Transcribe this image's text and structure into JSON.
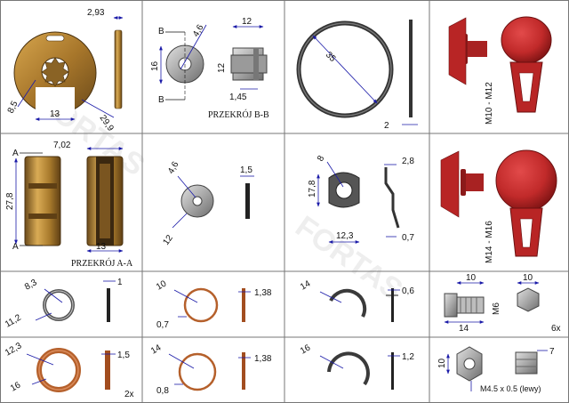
{
  "watermark": "FORTAS",
  "cells": {
    "c1": {
      "w": "2,93",
      "d": "8,5",
      "w2": "13",
      "d2": "29,9"
    },
    "c2": {
      "label_b1": "B",
      "label_b2": "B",
      "d_in": "4,6",
      "d_out": "16",
      "len": "12",
      "d_body": "12",
      "flange": "1,45",
      "section": "PRZEKRÓJ B-B"
    },
    "c3": {
      "d": "35",
      "t": "2"
    },
    "c4": {
      "thread": "M10 - M12"
    },
    "c5": {
      "label_a1": "A",
      "label_a2": "A",
      "d": "7,02",
      "h": "27,8",
      "w": "13",
      "section": "PRZEKRÓJ A-A"
    },
    "c6": {
      "d_in": "4,6",
      "d_out": "12",
      "t": "1,5"
    },
    "c7": {
      "d": "8",
      "h": "17,8",
      "w": "12,3",
      "t1": "2,8",
      "t2": "0,7"
    },
    "c8": {
      "thread": "M14 - M16"
    },
    "r3a": {
      "d_in": "8,3",
      "d_out": "11,2",
      "t": "1"
    },
    "r3b": {
      "d_out": "10",
      "t": "1,38",
      "w": "0,7"
    },
    "r3c": {
      "d": "14",
      "t": "0,6"
    },
    "r3d": {
      "l": "10",
      "m": "M6",
      "l2": "14",
      "s": "10",
      "qty": "6x"
    },
    "r4a": {
      "d_in": "12,3",
      "d_out": "16",
      "t": "1,5",
      "qty": "2x"
    },
    "r4b": {
      "d": "14",
      "t": "1,38",
      "w": "0,8"
    },
    "r4c": {
      "d": "16",
      "t": "1,2"
    },
    "r4d": {
      "s": "10",
      "h": "7",
      "thread": "M4.5 x 0.5  (lewy)"
    }
  }
}
